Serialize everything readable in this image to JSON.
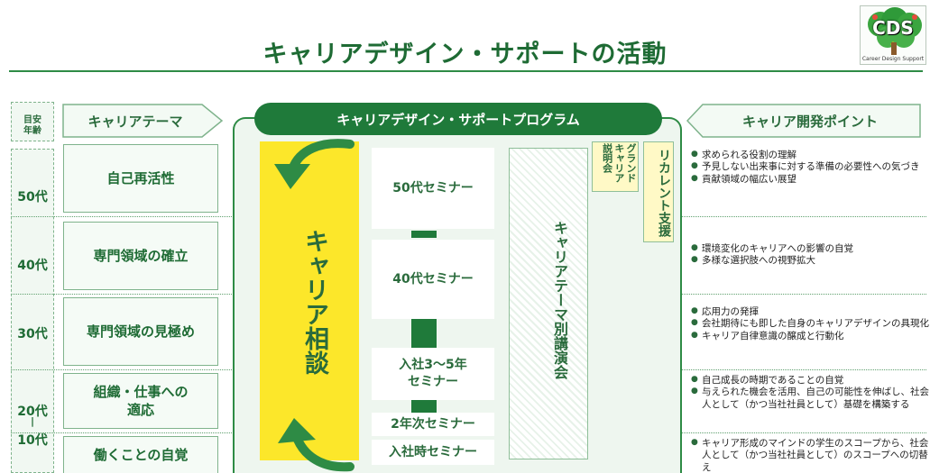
{
  "title": "キャリアデザイン・サポートの活動",
  "logo": {
    "text": "CDS",
    "subtext": "Career Design Support"
  },
  "age_header": {
    "line1": "目安",
    "line2": "年齢"
  },
  "ages": [
    "50代",
    "40代",
    "30代",
    "20代",
    "|",
    "10代"
  ],
  "theme_header": "キャリアテーマ",
  "themes": [
    "自己再活性",
    "専門領域の確立",
    "専門領域の見極め",
    "組織・仕事への\n適応",
    "働くことの自覚"
  ],
  "program_header": "キャリアデザイン・サポートプログラム",
  "consultation": "キャリア相談",
  "seminars": [
    "50代セミナー",
    "40代セミナー",
    "入社3～5年\nセミナー",
    "2年次セミナー",
    "入社時セミナー"
  ],
  "lecture": "キャリアテーマ別講演会",
  "grand_info": "グランドキャリア説明会",
  "recurrent": "リカレント支援",
  "points_header": "キャリア開発ポイント",
  "points": [
    [
      "求められる役割の理解",
      "予見しない出来事に対する準備の必要性への気づき",
      "貢献領域の幅広い展望"
    ],
    [
      "環境変化のキャリアへの影響の自覚",
      "多様な選択肢への視野拡大"
    ],
    [
      "応用力の発揮",
      "会社期待にも即した自身のキャリアデザインの具現化",
      "キャリア自律意識の醸成と行動化"
    ],
    [
      "自己成長の時期であることの自覚",
      "与えられた機会を活用、自己の可能性を伸ばし、社会人として（かつ当社社員として）基礎を構築する"
    ],
    [
      "キャリア形成のマインドの学生のスコープから、社会人として（かつ当社社員として）のスコープへの切替え"
    ]
  ],
  "colors": {
    "primary": "#1f7a3a",
    "accent_yellow": "#fce72a",
    "panel": "#eef6ef"
  }
}
